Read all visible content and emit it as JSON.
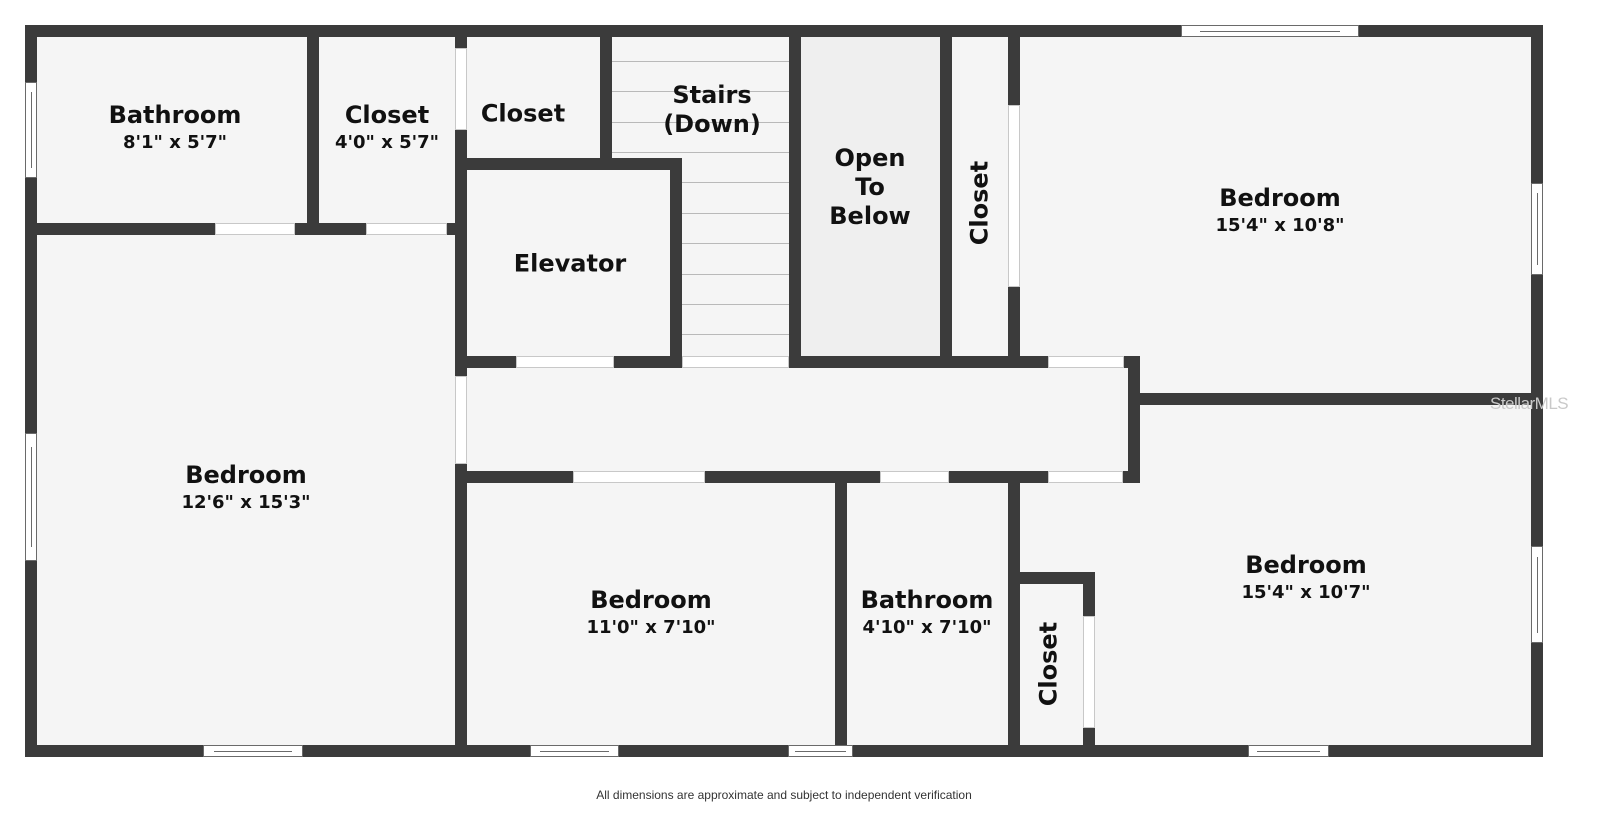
{
  "floorplan": {
    "rooms": [
      {
        "id": "bathroom-1",
        "name": "Bathroom",
        "dimensions": "8'1\" x 5'7\""
      },
      {
        "id": "closet-1",
        "name": "Closet",
        "dimensions": "4'0\" x 5'7\""
      },
      {
        "id": "closet-2",
        "name": "Closet",
        "dimensions": ""
      },
      {
        "id": "stairs",
        "name": "Stairs",
        "subname": "(Down)"
      },
      {
        "id": "open-to-below",
        "name_lines": [
          "Open",
          "To",
          "Below"
        ]
      },
      {
        "id": "closet-3",
        "name": "Closet"
      },
      {
        "id": "bedroom-ne",
        "name": "Bedroom",
        "dimensions": "15'4\" x 10'8\""
      },
      {
        "id": "elevator",
        "name": "Elevator"
      },
      {
        "id": "bedroom-w",
        "name": "Bedroom",
        "dimensions": "12'6\" x 15'3\""
      },
      {
        "id": "bedroom-s",
        "name": "Bedroom",
        "dimensions": "11'0\" x 7'10\""
      },
      {
        "id": "bathroom-2",
        "name": "Bathroom",
        "dimensions": "4'10\" x 7'10\""
      },
      {
        "id": "closet-4",
        "name": "Closet"
      },
      {
        "id": "bedroom-se",
        "name": "Bedroom",
        "dimensions": "15'4\" x 10'7\""
      }
    ],
    "colors": {
      "wall": "#3b3b3b",
      "floor": "#f5f5f5",
      "open_to_below": "#efefef",
      "text": "#111111"
    }
  },
  "footer": {
    "disclaimer": "All dimensions are approximate and subject to independent verification"
  },
  "watermark": "StellarMLS"
}
